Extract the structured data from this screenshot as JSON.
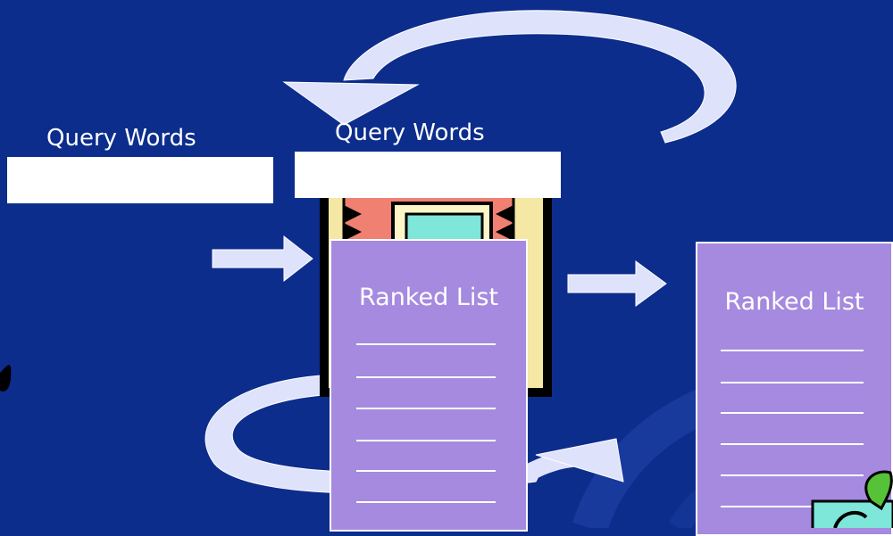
{
  "query_left": {
    "label": "Query Words"
  },
  "query_center": {
    "label": "Query Words"
  },
  "ranked_list_center": {
    "title": "Ranked List",
    "line_count": 6
  },
  "ranked_list_right": {
    "title": "Ranked List",
    "line_count": 6
  },
  "colors": {
    "background": "#0c2d8c",
    "arrow": "#dfe2fb",
    "card": "#a58adf",
    "query_box": "#ffffff"
  }
}
